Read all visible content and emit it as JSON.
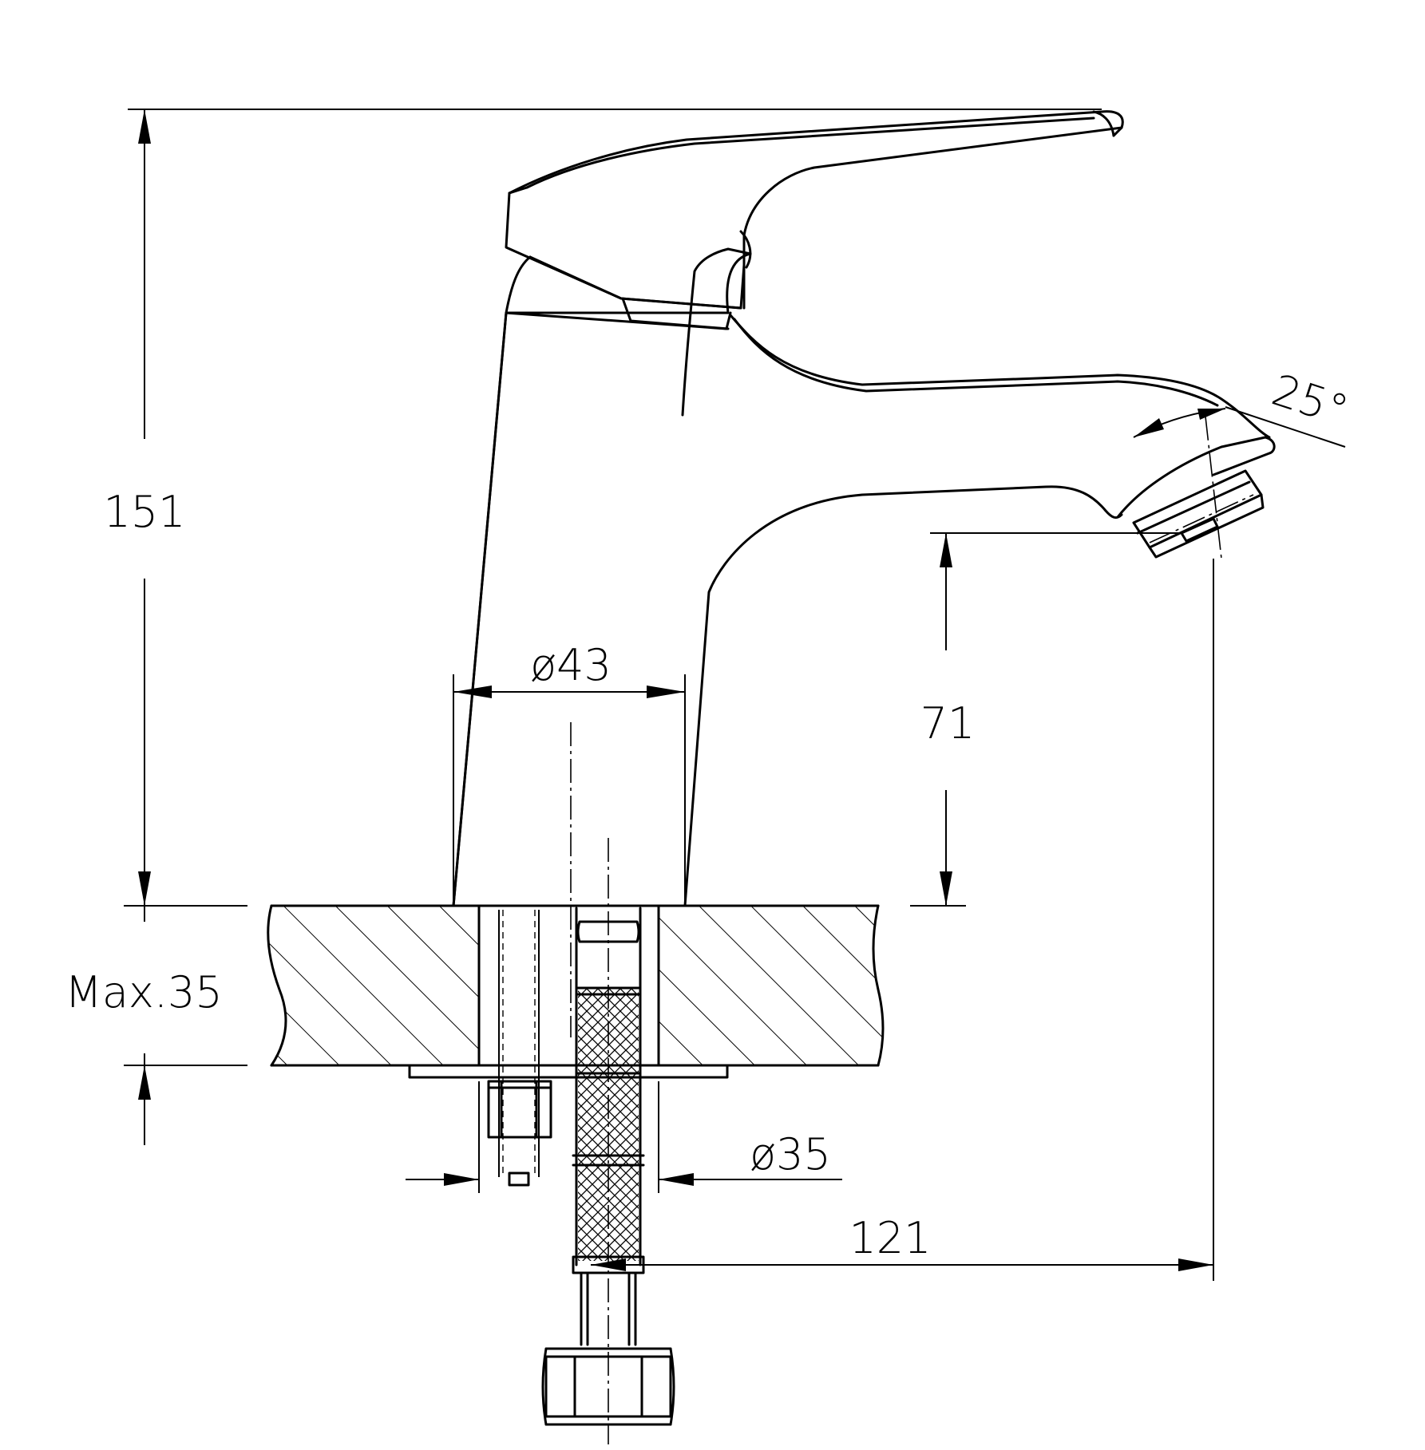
{
  "dimensions": {
    "total_height": "151",
    "spout_height": "71",
    "body_diameter": "ø43",
    "hole_diameter": "ø35",
    "reach": "121",
    "countertop_max": "Max.35",
    "spout_angle": "25°"
  }
}
